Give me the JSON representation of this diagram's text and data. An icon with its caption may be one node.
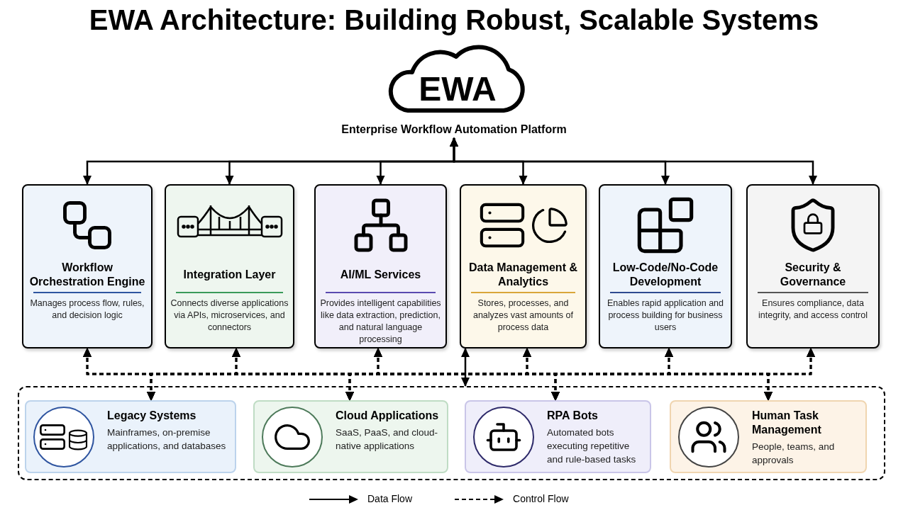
{
  "diagram": {
    "title": "EWA Architecture: Building Robust, Scalable Systems",
    "nodes": [
      {
        "text": [
          "EWA"
        ],
        "beside": [
          "Enterprise Workflow Automation Platform"
        ]
      },
      {
        "text": [
          "Workflow Orchestration Engine",
          "Manages process flow, rules, and decision logic"
        ]
      },
      {
        "text": [
          "Integration Layer",
          "Connects diverse applications via APIs, microservices, and connectors"
        ]
      },
      {
        "text": [
          "AI/ML Services",
          "Provides intelligent capabilities like data extraction, prediction, and natural language processing"
        ]
      },
      {
        "text": [
          "Data Management & Analytics",
          "Stores, processes, and analyzes vast amounts of process data"
        ]
      },
      {
        "text": [
          "Low-Code/No-Code Development",
          "Enables rapid application and process building for business users"
        ]
      },
      {
        "text": [
          "Security & Governance",
          "Ensures compliance, data integrity, and access control"
        ]
      },
      {
        "text": [],
        "shape": "box"
      },
      {
        "text": [
          "Legacy Systems",
          "Mainframes, on-premise applications, and databases"
        ],
        "in": 7
      },
      {
        "text": [
          "Cloud Applications",
          "SaaS, PaaS, and cloud-native applications"
        ],
        "in": 7
      },
      {
        "text": [
          "RPA Bots",
          "Automated bots executing repetitive and rule-based tasks"
        ],
        "in": 7
      },
      {
        "text": [
          "Human Task Management",
          "People, teams, and approvals"
        ],
        "in": 7
      }
    ],
    "edges": [
      {
        "from": 0,
        "to": 1,
        "arrow": "both"
      },
      {
        "from": 0,
        "to": 2,
        "arrow": "both"
      },
      {
        "from": 0,
        "to": 3,
        "arrow": "both"
      },
      {
        "from": 0,
        "to": 4,
        "arrow": "both"
      },
      {
        "from": 0,
        "to": 5,
        "arrow": "both"
      },
      {
        "from": 0,
        "to": 6,
        "arrow": "both"
      },
      {
        "from": 1,
        "to": 8,
        "arrow": "both",
        "style": "dashed"
      },
      {
        "from": 1,
        "to": 9,
        "arrow": "both",
        "style": "dashed"
      },
      {
        "from": 1,
        "to": 10,
        "arrow": "both",
        "style": "dashed"
      },
      {
        "from": 1,
        "to": 11,
        "arrow": "both",
        "style": "dashed"
      },
      {
        "from": 2,
        "to": 8,
        "arrow": "both",
        "style": "dashed"
      },
      {
        "from": 2,
        "to": 9,
        "arrow": "both",
        "style": "dashed"
      },
      {
        "from": 2,
        "to": 10,
        "arrow": "both",
        "style": "dashed"
      },
      {
        "from": 2,
        "to": 11,
        "arrow": "both",
        "style": "dashed"
      },
      {
        "from": 3,
        "to": 8,
        "arrow": "both",
        "style": "dashed"
      },
      {
        "from": 3,
        "to": 9,
        "arrow": "both",
        "style": "dashed"
      },
      {
        "from": 3,
        "to": 10,
        "arrow": "both",
        "style": "dashed"
      },
      {
        "from": 3,
        "to": 11,
        "arrow": "both",
        "style": "dashed"
      },
      {
        "from": 4,
        "to": 8,
        "arrow": "both",
        "style": "dashed"
      },
      {
        "from": 4,
        "to": 9,
        "arrow": "both",
        "style": "dashed"
      },
      {
        "from": 4,
        "to": 10,
        "arrow": "both",
        "style": "dashed"
      },
      {
        "from": 4,
        "to": 11,
        "arrow": "both",
        "style": "dashed"
      },
      {
        "from": 5,
        "to": 8,
        "arrow": "both",
        "style": "dashed"
      },
      {
        "from": 5,
        "to": 9,
        "arrow": "both",
        "style": "dashed"
      },
      {
        "from": 5,
        "to": 10,
        "arrow": "both",
        "style": "dashed"
      },
      {
        "from": 5,
        "to": 11,
        "arrow": "both",
        "style": "dashed"
      },
      {
        "from": 6,
        "to": 8,
        "arrow": "both",
        "style": "dashed"
      },
      {
        "from": 6,
        "to": 9,
        "arrow": "both",
        "style": "dashed"
      },
      {
        "from": 6,
        "to": 10,
        "arrow": "both",
        "style": "dashed"
      },
      {
        "from": 6,
        "to": 11,
        "arrow": "both",
        "style": "dashed"
      },
      {
        "from": 4,
        "to": 7,
        "arrow": "both"
      }
    ],
    "legend": [
      {
        "text": "Data Flow"
      },
      {
        "text": "Control Flow"
      }
    ]
  }
}
